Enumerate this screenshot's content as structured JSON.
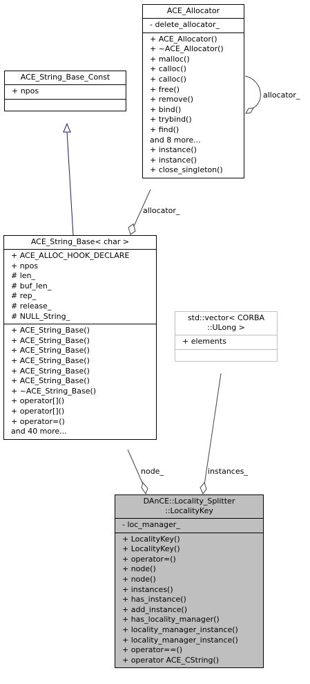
{
  "classes": {
    "allocator": {
      "name": "ACE_Allocator",
      "attributes": [
        "- delete_allocator_"
      ],
      "methods": [
        "+ ACE_Allocator()",
        "+ ~ACE_Allocator()",
        "+ malloc()",
        "+ calloc()",
        "+ calloc()",
        "+ free()",
        "+ remove()",
        "+ bind()",
        "+ trybind()",
        "+ find()",
        "and 8 more...",
        "+ instance()",
        "+ instance()",
        "+ close_singleton()"
      ]
    },
    "string_base_const": {
      "name": "ACE_String_Base_Const",
      "attributes": [
        "+ npos"
      ],
      "methods": []
    },
    "string_base": {
      "name": "ACE_String_Base< char >",
      "attributes": [
        "+ ACE_ALLOC_HOOK_DECLARE",
        "+ npos",
        "# len_",
        "# buf_len_",
        "# rep_",
        "# release_",
        "# NULL_String_"
      ],
      "methods": [
        "+ ACE_String_Base()",
        "+ ACE_String_Base()",
        "+ ACE_String_Base()",
        "+ ACE_String_Base()",
        "+ ACE_String_Base()",
        "+ ACE_String_Base()",
        "+ ~ACE_String_Base()",
        "+ operator[]()",
        "+ operator[]()",
        "+ operator=()",
        "and 40 more..."
      ]
    },
    "vector": {
      "name_line1": "std::vector< CORBA",
      "name_line2": "::ULong >",
      "attributes": [
        "+ elements"
      ],
      "methods": []
    },
    "locality_key": {
      "name_line1": "DAnCE::Locality_Splitter",
      "name_line2": "::LocalityKey",
      "attributes": [
        "- loc_manager_"
      ],
      "methods": [
        "+ LocalityKey()",
        "+ LocalityKey()",
        "+ operator=()",
        "+ node()",
        "+ node()",
        "+ instances()",
        "+ has_instance()",
        "+ add_instance()",
        "+ has_locality_manager()",
        "+ locality_manager_instance()",
        "+ locality_manager_instance()",
        "+ operator==()",
        "+ operator ACE_CString()"
      ]
    }
  },
  "edge_labels": {
    "allocator_self": "allocator_",
    "allocator_to_string_base": "allocator_",
    "node": "node_",
    "instances": "instances_"
  },
  "colors": {
    "inheritance_arrow": "#191970",
    "focus_fill": "#bfbfbf",
    "external_border": "#bfbfbf"
  }
}
